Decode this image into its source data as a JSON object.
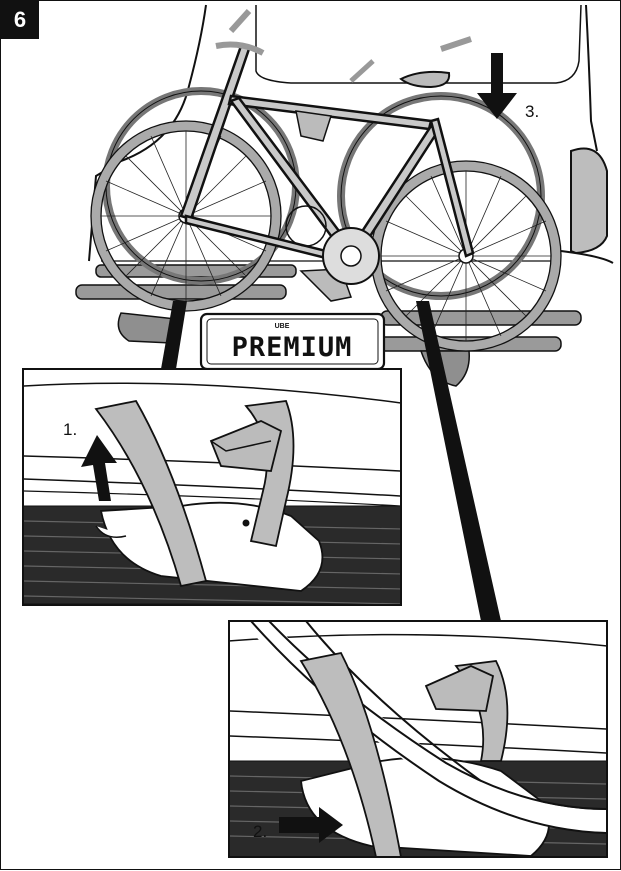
{
  "step": {
    "number": "6"
  },
  "plate": {
    "text": "PREMIUM",
    "brand": "UBE"
  },
  "labels": {
    "step1": "1.",
    "step2": "2.",
    "step3": "3."
  },
  "colors": {
    "ink": "#111111",
    "strap": "#b7b7b7",
    "paper": "#ffffff",
    "shade": "#d9d9d9"
  },
  "icons": [
    "arrow-down-icon",
    "arrow-up-icon",
    "arrow-right-icon"
  ]
}
